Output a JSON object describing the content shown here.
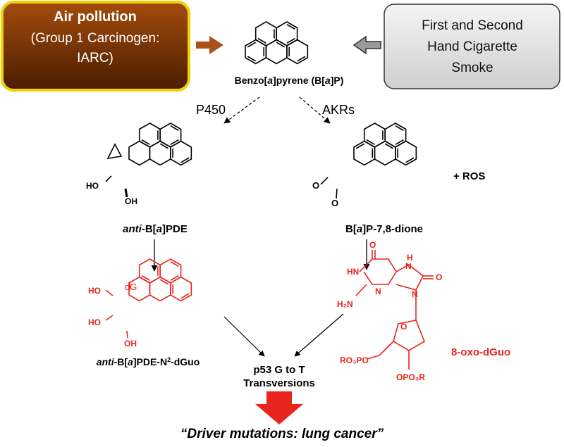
{
  "source_box": {
    "title": "Air pollution",
    "line1": "(Group 1 Carcinogen:",
    "line2": "IARC)"
  },
  "smoke_box": {
    "line1": "First and Second",
    "line2": "Hand Cigarette",
    "line3": "Smoke"
  },
  "bap": {
    "pre": "Benzo[",
    "italic": "a",
    "post": "]pyrene (B[",
    "italic2": "a",
    "post2": "]P)"
  },
  "enzymes": {
    "left": "P450",
    "right": "AKRs"
  },
  "left_product": {
    "italic": "anti",
    "text": "-B[",
    "italic2": "a",
    "text2": "]PDE",
    "ho": "HO",
    "oh": "OH"
  },
  "right_product": {
    "label_pre": "B[",
    "italic": "a",
    "label_post": "]P-7,8-dione",
    "ros": "+ ROS",
    "o1": "O",
    "o2": "O"
  },
  "left_adduct": {
    "italic": "anti",
    "text": "-B[",
    "italic2": "a",
    "text2": "]PDE-N",
    "sup": "2",
    "text3": "-dGuo",
    "dG": "dG",
    "ho1": "HO",
    "ho2": "HO",
    "oh": "OH"
  },
  "right_adduct": {
    "label": "8-oxo-dGuo",
    "atoms": {
      "o_top": "O",
      "hn": "HN",
      "h": "H",
      "n_right": "N",
      "o_right": "O",
      "h2n": "H₂N",
      "n_bottom": "N",
      "n_ring": "N",
      "o_sugar": "O",
      "ro3po": "RO₃PO",
      "opo3r": "OPO₃R"
    }
  },
  "outcome": {
    "line1": "p53 G to T",
    "line2": "Transversions"
  },
  "conclusion": "“Driver mutations: lung cancer”",
  "colors": {
    "brown_box": "#6b2c00",
    "gold_border": "#f3d000",
    "red": "#e8251d",
    "gray_box": "#e6e6e6",
    "arrow_brown": "#a9521c"
  }
}
